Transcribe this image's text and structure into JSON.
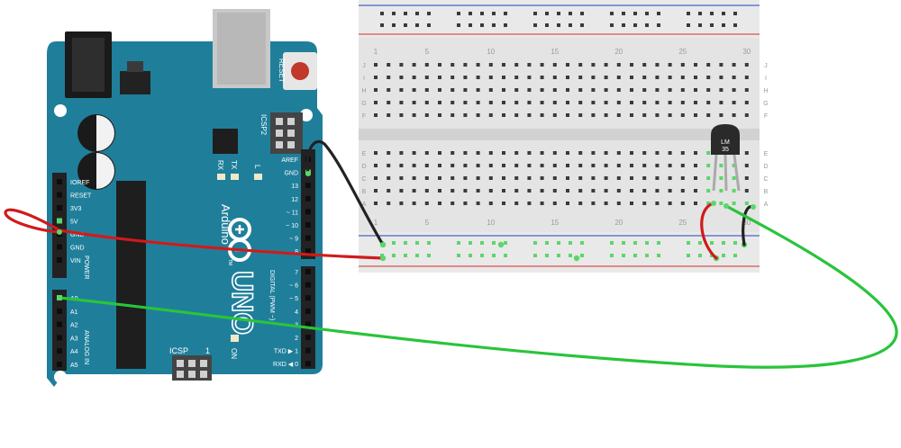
{
  "colors": {
    "board": "#1f7f9a",
    "board_dark": "#17677e",
    "silk": "#ffffff",
    "header": "#222222",
    "breadboard": "#e3e3e3",
    "breadboard_strip": "#d4d4d4",
    "rail_red": "#d9534f",
    "rail_blue": "#4a64c9",
    "wire_red": "#d11a1a",
    "wire_black": "#222222",
    "wire_green": "#29c43b",
    "pin_green": "#5cd66b",
    "sensor": "#2a2a2a",
    "reset_button": "#c0392b",
    "usb": "#c8c8c8",
    "jack": "#1a1a1a"
  },
  "board": {
    "reset_label": "RESET",
    "icsp2_label": "ICSP2",
    "icsp_label": "ICSP",
    "icsp_pin1_label": "1",
    "tx_label": "TX",
    "rx_label": "RX",
    "l_label": "L",
    "on_label": "ON",
    "brand_label": "Arduino",
    "tm_label": "TM",
    "model_label": "UNO",
    "power_label": "POWER",
    "analog_label": "ANALOG IN",
    "digital_label": "DIGITAL (PWM ~)",
    "power_pins": [
      "IOREF",
      "RESET",
      "3V3",
      "5V",
      "GND",
      "GND",
      "VIN"
    ],
    "analog_pins": [
      "A0",
      "A1",
      "A2",
      "A3",
      "A4",
      "A5"
    ],
    "digital_top_pins": [
      "AREF",
      "GND",
      "13",
      "12",
      "~ 11",
      "~ 10",
      "~ 9",
      "8"
    ],
    "digital_bottom_pins": [
      "7",
      "~ 6",
      "~ 5",
      "4",
      "~ 3",
      "2",
      "TXD ▶ 1",
      "RXD ◀ 0"
    ]
  },
  "breadboard": {
    "column_numbers": [
      "1",
      "5",
      "10",
      "15",
      "20",
      "25",
      "30"
    ],
    "rows_top": [
      "J",
      "I",
      "H",
      "G",
      "F"
    ],
    "rows_bottom": [
      "E",
      "D",
      "C",
      "B",
      "A"
    ]
  },
  "sensor": {
    "label_line1": "LM",
    "label_line2": "35"
  }
}
